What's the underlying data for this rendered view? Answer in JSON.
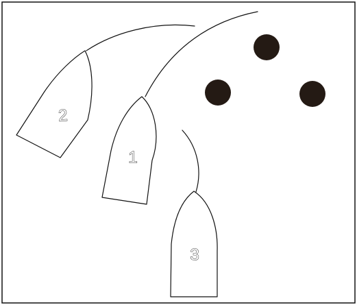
{
  "diagram": {
    "boats": [
      {
        "number": "2"
      },
      {
        "number": "1"
      },
      {
        "number": "3"
      }
    ],
    "buoys": [
      {
        "color": "#241a14"
      },
      {
        "color": "#241a14"
      },
      {
        "color": "#241a14"
      }
    ],
    "colors": {
      "background": "#ffffff",
      "outline": "#111111",
      "buoy": "#241a14"
    }
  }
}
